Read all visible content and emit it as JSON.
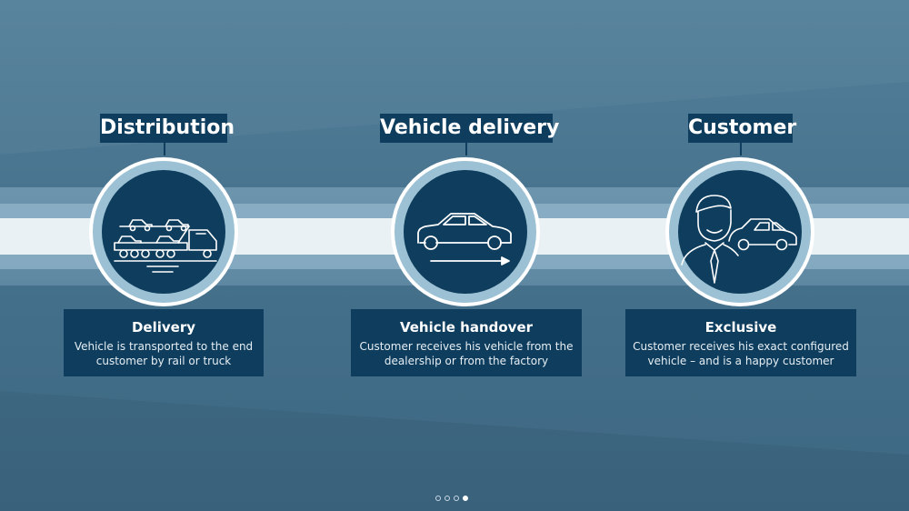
{
  "stages": [
    {
      "title": "Distribution",
      "icon": "car-transporter-truck-icon",
      "heading": "Delivery",
      "description": "Vehicle is transported to the end customer by rail or truck"
    },
    {
      "title": "Vehicle delivery",
      "icon": "car-moving-icon",
      "heading": "Vehicle handover",
      "description": "Customer receives his vehicle from the dealership or from the factory"
    },
    {
      "title": "Customer",
      "icon": "customer-with-car-icon",
      "heading": "Exclusive",
      "description": "Customer receives his exact configured vehicle – and is a happy customer"
    }
  ],
  "pagination": {
    "total": 4,
    "active_index": 3
  },
  "colors": {
    "background": "#46728d",
    "box": "#0e3d5e",
    "ring": "#9cc1d4",
    "band": "#e9f1f5"
  }
}
